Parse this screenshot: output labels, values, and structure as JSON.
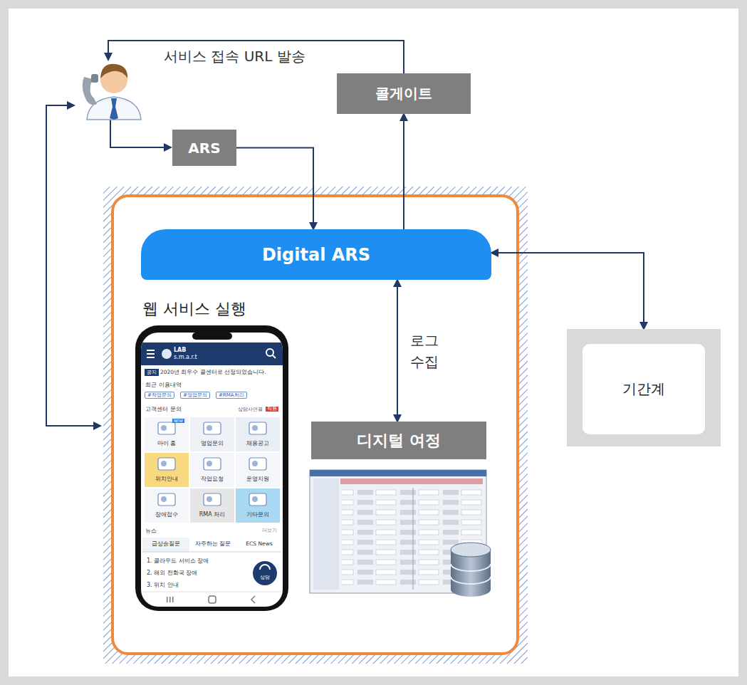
{
  "diagram": {
    "nodes": [
      {
        "text": [
          "콜게이트"
        ]
      },
      {
        "text": [
          "ARS"
        ]
      },
      {
        "text": [
          "Digital ARS"
        ]
      },
      {
        "text": [
          "웹 서비스 실행"
        ]
      },
      {
        "text": [
          "디지털 여정"
        ]
      },
      {
        "text": [
          "기간계"
        ]
      }
    ],
    "edges": [
      {
        "from": 1,
        "to": 2,
        "arrow": "to"
      },
      {
        "from": 2,
        "to": 0,
        "arrow": "to"
      },
      {
        "from": 2,
        "to": 4,
        "label": "로그 수집",
        "arrow": "both"
      },
      {
        "from": 2,
        "to": 5,
        "arrow": "both"
      }
    ],
    "labels": [
      "서비스 접속 URL 발송",
      "LAB",
      "s.m.a.r.t",
      "공지",
      "2020년 최우수 콜센터로 선정되었습니다.",
      "최근 이용내역",
      "#작업문의",
      "#영업문의",
      "#RMA처리",
      "고객센터 문의",
      "상담사연결",
      "직원",
      "NEW",
      "마이 홈",
      "영업문의",
      "채용공고",
      "위치안내",
      "작업요청",
      "운영지원",
      "장애접수",
      "RMA 처리",
      "기타문의",
      "뉴스",
      "더보기",
      "급상승질문",
      "자주하는 질문",
      "ECS News",
      "1. 클라우드 서비스 장애",
      "2. 해외 전화국 장애",
      "3. 위치 안내",
      "상담"
    ]
  }
}
